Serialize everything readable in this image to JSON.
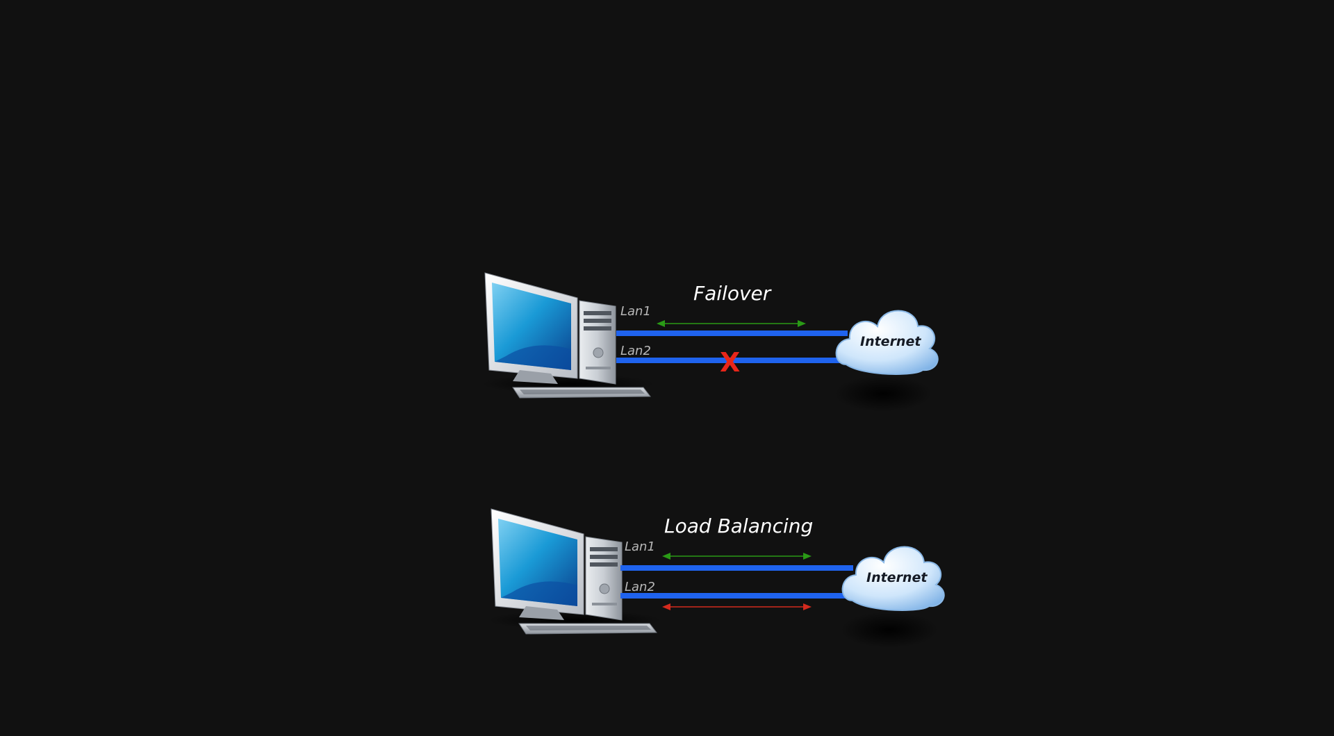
{
  "colors": {
    "background": "#111111",
    "cable": "#1f63ee",
    "arrow_lan1": "#2a9a16",
    "arrow_lan2": "#d42a1e",
    "fail_mark": "#e8261a"
  },
  "diagrams": [
    {
      "title": "Failover",
      "lan1_label": "Lan1",
      "lan2_label": "Lan2",
      "cloud_label": "Internet",
      "fail_mark": "X",
      "lan2_status": "down"
    },
    {
      "title": "Load Balancing",
      "lan1_label": "Lan1",
      "lan2_label": "Lan2",
      "cloud_label": "Internet",
      "lan2_status": "active"
    }
  ]
}
